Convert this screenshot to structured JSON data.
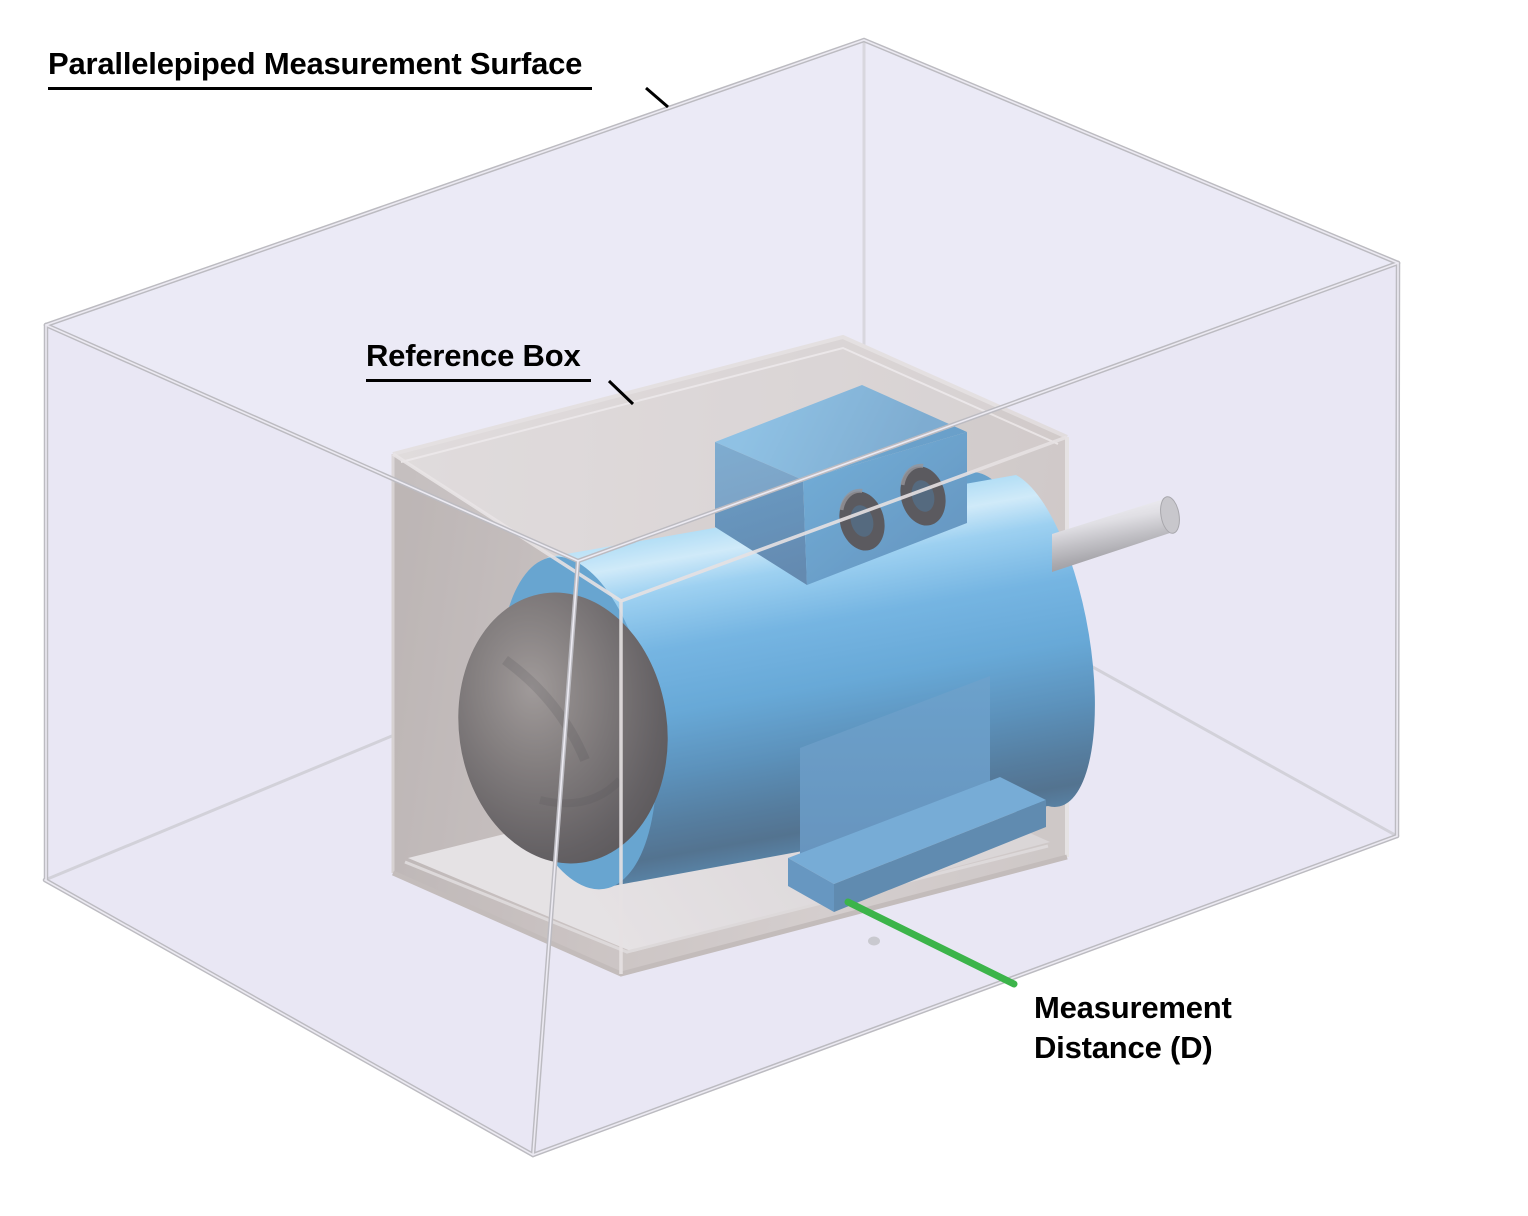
{
  "labels": {
    "measurement_surface": "Parallelepiped Measurement Surface",
    "reference_box": "Reference Box",
    "measurement_distance_line1": "Measurement",
    "measurement_distance_line2": "Distance (D)"
  },
  "scene": {
    "objects": [
      "parallelepiped-measurement-surface",
      "reference-box",
      "motor",
      "motor-shaft",
      "measurement-distance-line"
    ]
  },
  "colors": {
    "label-color": "#000000",
    "surface-face": "#e9e8f4",
    "surface-tint": "rgba(233,231,245,0.32)",
    "surface-top-tint": "rgba(238,237,248,0.42)",
    "surface-edge": "#bcbbc1",
    "edge-core": "#eceaf2",
    "hidden-edge": "#c8c8cc",
    "surface-frontline": "rgba(240,239,245,0.95)",
    "refbox-rim-light": "#ddd8d1",
    "refbox-rim-core": "#e9e4de",
    "refbox-rim-dark": "#b2a9a0",
    "refbox-rim-inner": "#d8d3cd",
    "refbox-edge-left": "#cfc9c2",
    "refbox-edge-right": "#e4e0da",
    "refbox-frontline": "rgba(228,223,217,0.9)",
    "motor-blue-dark": "#2a72a8",
    "motor-blue-deep": "#1f608f",
    "flange-top": "#4191c7",
    "cowl-blue": "#2b86bf",
    "endcap-blue": "#2a80b8",
    "ring-black": "#191919",
    "ring-hole": "#0f3048",
    "green": "#3cb44a",
    "dot": "#c9c9cf"
  }
}
